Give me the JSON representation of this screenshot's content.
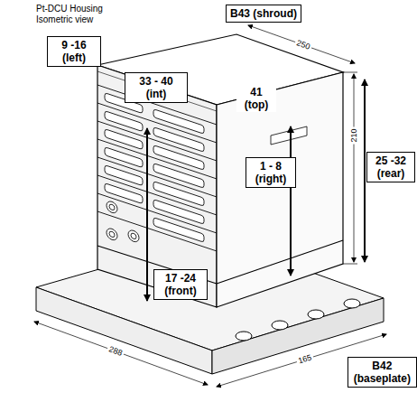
{
  "diagram": {
    "nodes": [
      {
        "text": [
          "B43 (shroud)"
        ]
      },
      {
        "text": [
          "9 -16 (left)"
        ]
      },
      {
        "text": [
          "33 - 40 (int)"
        ]
      },
      {
        "text": [
          "1 - 8 (right)"
        ]
      },
      {
        "text": [
          "25 -32 (rear)"
        ]
      },
      {
        "text": [
          "17 -24 (front)"
        ]
      },
      {
        "text": [
          "B42 (baseplate)"
        ]
      }
    ],
    "labels": [
      "Pt-DCU Housing Isometric view",
      "41 (top)",
      "250",
      "210",
      "288",
      "165"
    ]
  }
}
